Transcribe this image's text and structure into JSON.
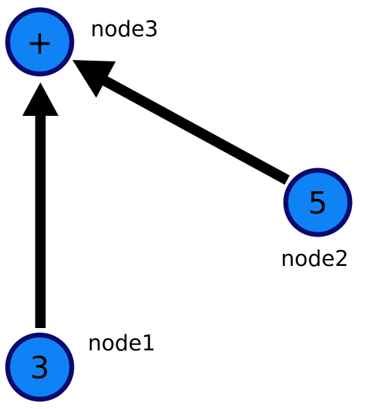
{
  "colors": {
    "node_fill": "#0f83f6",
    "node_stroke": "#0a0a6e",
    "edge": "#000000",
    "background": "#ffffff"
  },
  "nodes": {
    "node3": {
      "name": "node3",
      "value": "+"
    },
    "node2": {
      "name": "node2",
      "value": "5"
    },
    "node1": {
      "name": "node1",
      "value": "3"
    }
  },
  "edges": [
    {
      "from": "node1",
      "to": "node3"
    },
    {
      "from": "node2",
      "to": "node3"
    }
  ]
}
